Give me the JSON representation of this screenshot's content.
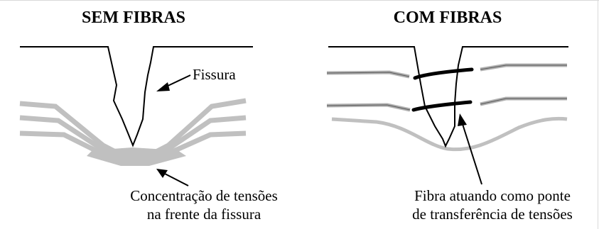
{
  "left_panel": {
    "title": "SEM FIBRAS",
    "crack_label": "Fissura",
    "stress_label_line1": "Concentração de tensões",
    "stress_label_line2": "na frente da fissura"
  },
  "right_panel": {
    "title": "COM FIBRAS",
    "fiber_label_line1": "Fibra atuando como ponte",
    "fiber_label_line2": "de transferência de tensões"
  },
  "colors": {
    "line": "#000000",
    "stress_band": "#c0c0c0",
    "frame": "#d9d9d9"
  }
}
